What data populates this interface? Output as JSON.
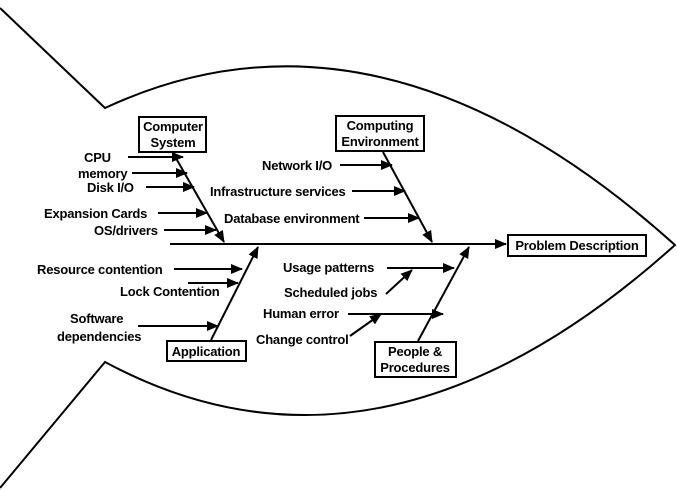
{
  "colors": {
    "line": "#000000",
    "background": "#ffffff"
  },
  "effect": {
    "label": "Problem Description"
  },
  "categories": {
    "computer_system": {
      "line1": "Computer",
      "line2": "System"
    },
    "computing_environment": {
      "line1": "Computing",
      "line2": "Environment"
    },
    "application": {
      "label": "Application"
    },
    "people_procedures": {
      "line1": "People &",
      "line2": "Procedures"
    }
  },
  "causes": {
    "cpu": "CPU",
    "memory": "memory",
    "disk_io": "Disk I/O",
    "expansion_cards": "Expansion Cards",
    "os_drivers": "OS/drivers",
    "network_io": "Network I/O",
    "infrastructure_services": "Infrastructure services",
    "database_environment": "Database environment",
    "resource_contention": "Resource contention",
    "lock_contention": "Lock Contention",
    "software_dependencies_line1": "Software",
    "software_dependencies_line2": "dependencies",
    "usage_patterns": "Usage patterns",
    "scheduled_jobs": "Scheduled jobs",
    "human_error": "Human error",
    "change_control": "Change control"
  }
}
